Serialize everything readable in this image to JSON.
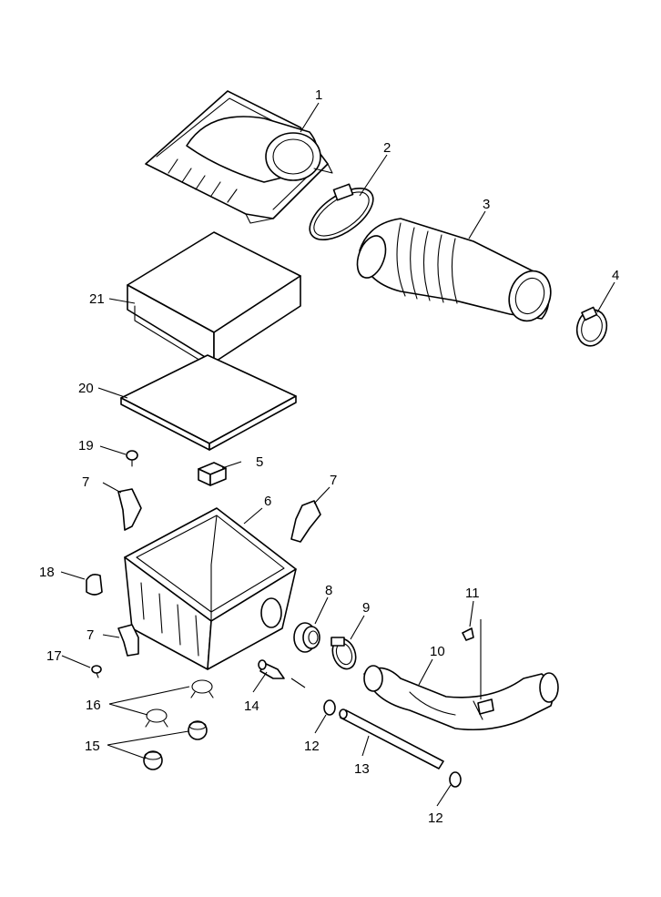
{
  "callouts": [
    {
      "id": "c1",
      "text": "1"
    },
    {
      "id": "c2",
      "text": "2"
    },
    {
      "id": "c3",
      "text": "3"
    },
    {
      "id": "c4",
      "text": "4"
    },
    {
      "id": "c5",
      "text": "5"
    },
    {
      "id": "c6",
      "text": "6"
    },
    {
      "id": "c7a",
      "text": "7"
    },
    {
      "id": "c7b",
      "text": "7"
    },
    {
      "id": "c7c",
      "text": "7"
    },
    {
      "id": "c8",
      "text": "8"
    },
    {
      "id": "c9",
      "text": "9"
    },
    {
      "id": "c10",
      "text": "10"
    },
    {
      "id": "c11",
      "text": "11"
    },
    {
      "id": "c12a",
      "text": "12"
    },
    {
      "id": "c12b",
      "text": "12"
    },
    {
      "id": "c13",
      "text": "13"
    },
    {
      "id": "c14",
      "text": "14"
    },
    {
      "id": "c15",
      "text": "15"
    },
    {
      "id": "c16",
      "text": "16"
    },
    {
      "id": "c17",
      "text": "17"
    },
    {
      "id": "c18",
      "text": "18"
    },
    {
      "id": "c19",
      "text": "19"
    },
    {
      "id": "c20",
      "text": "20"
    },
    {
      "id": "c21",
      "text": "21"
    }
  ]
}
